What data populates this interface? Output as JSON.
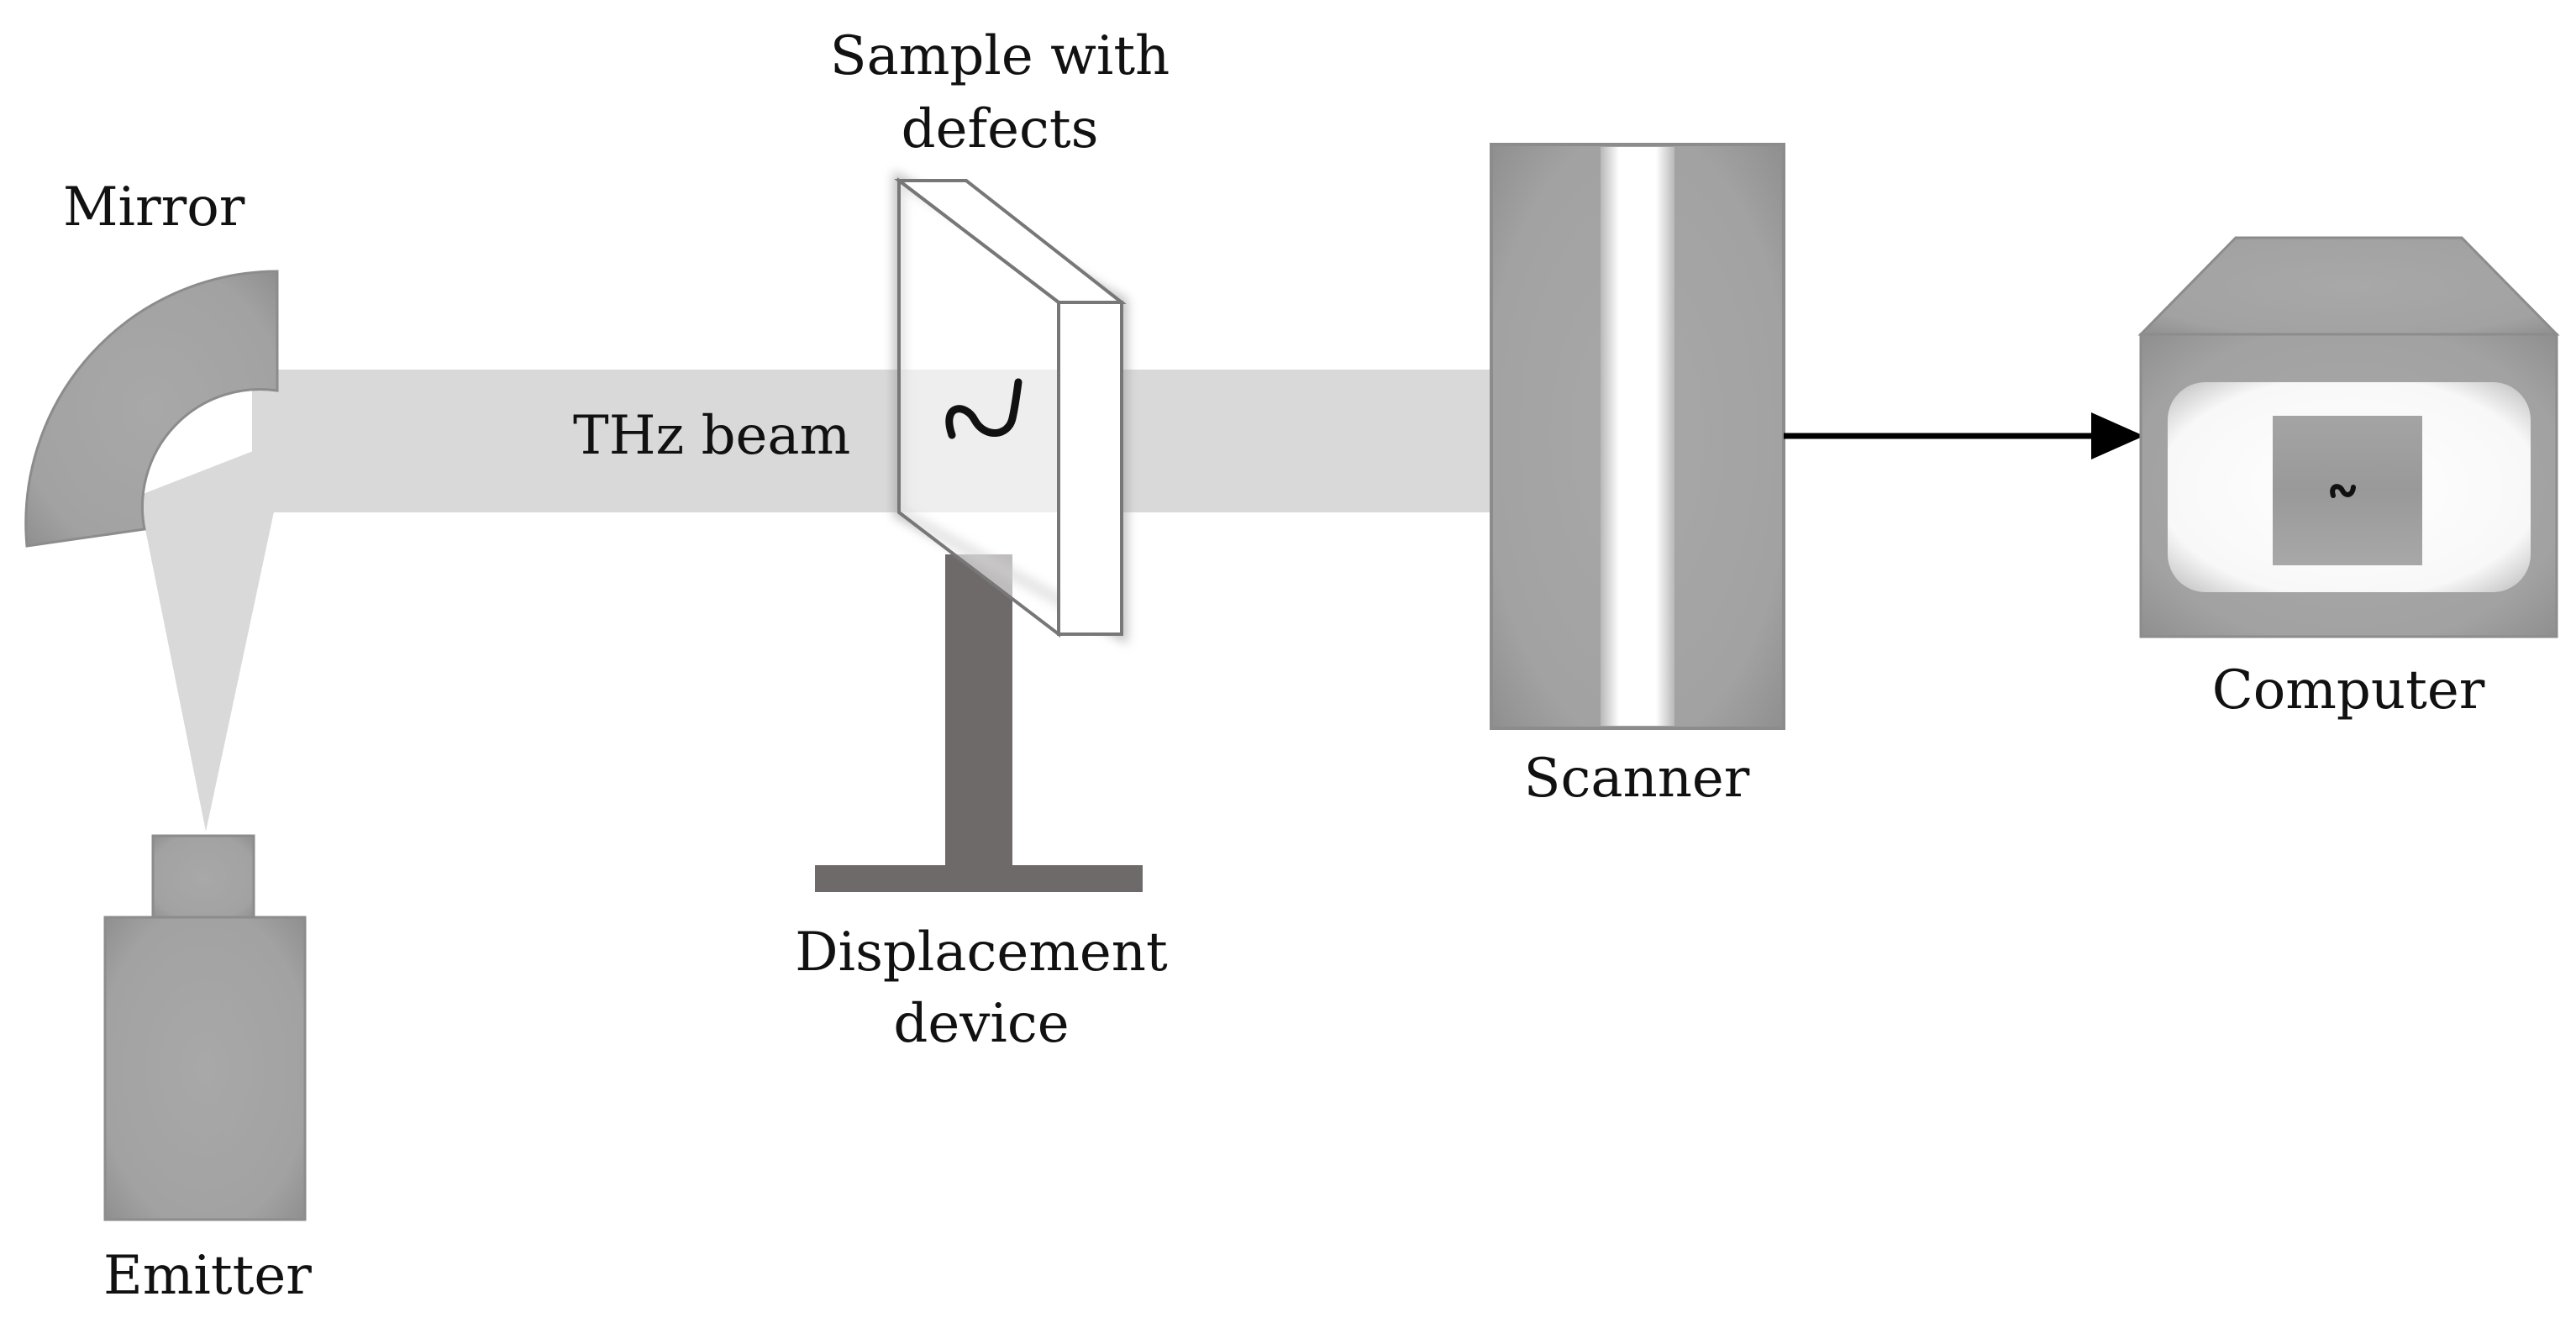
{
  "labels": {
    "mirror": "Mirror",
    "emitter": "Emitter",
    "thz_beam": "THz beam",
    "sample_line1": "Sample with",
    "sample_line2": "defects",
    "displacement_line1": "Displacement",
    "displacement_line2": "device",
    "scanner": "Scanner",
    "computer": "Computer"
  },
  "colors": {
    "beam": "#d9d9d9",
    "device_fill": "#a6a6a6",
    "device_edge": "#7a7a7a",
    "stand": "#6f6a6a",
    "arrow": "#000000",
    "text": "#111111"
  },
  "icons": {
    "defect": "tilde-defect-icon"
  }
}
